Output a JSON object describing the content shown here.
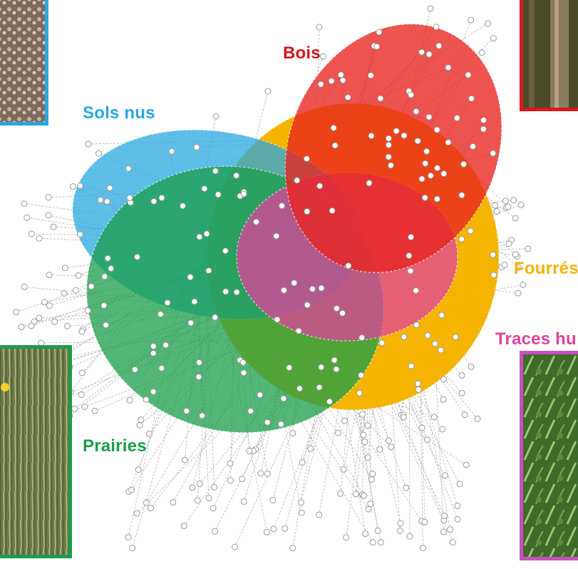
{
  "diagram": {
    "type": "overlapping-habitat-ellipses-with-species-network",
    "habitats": [
      {
        "id": "bois",
        "label": "Bois",
        "color": "#E8221E"
      },
      {
        "id": "sols_nus",
        "label": "Sols nus",
        "color": "#29A8E0"
      },
      {
        "id": "fourres",
        "label": "Fourrés",
        "color": "#F4B400"
      },
      {
        "id": "traces_hu",
        "label": "Traces hu",
        "color": "#E0439C"
      },
      {
        "id": "prairies",
        "label": "Prairies",
        "color": "#1A9E4A"
      }
    ],
    "node_color": "#9a9a9a",
    "edge_style": "dashed",
    "photos": [
      {
        "habitat": "sols_nus",
        "subject": "bare-soil-photo"
      },
      {
        "habitat": "bois",
        "subject": "woodland-tree-trunk-photo"
      },
      {
        "habitat": "prairies",
        "subject": "grassland-photo"
      },
      {
        "habitat": "traces_hu",
        "subject": "wet-vegetation-photo"
      }
    ]
  }
}
